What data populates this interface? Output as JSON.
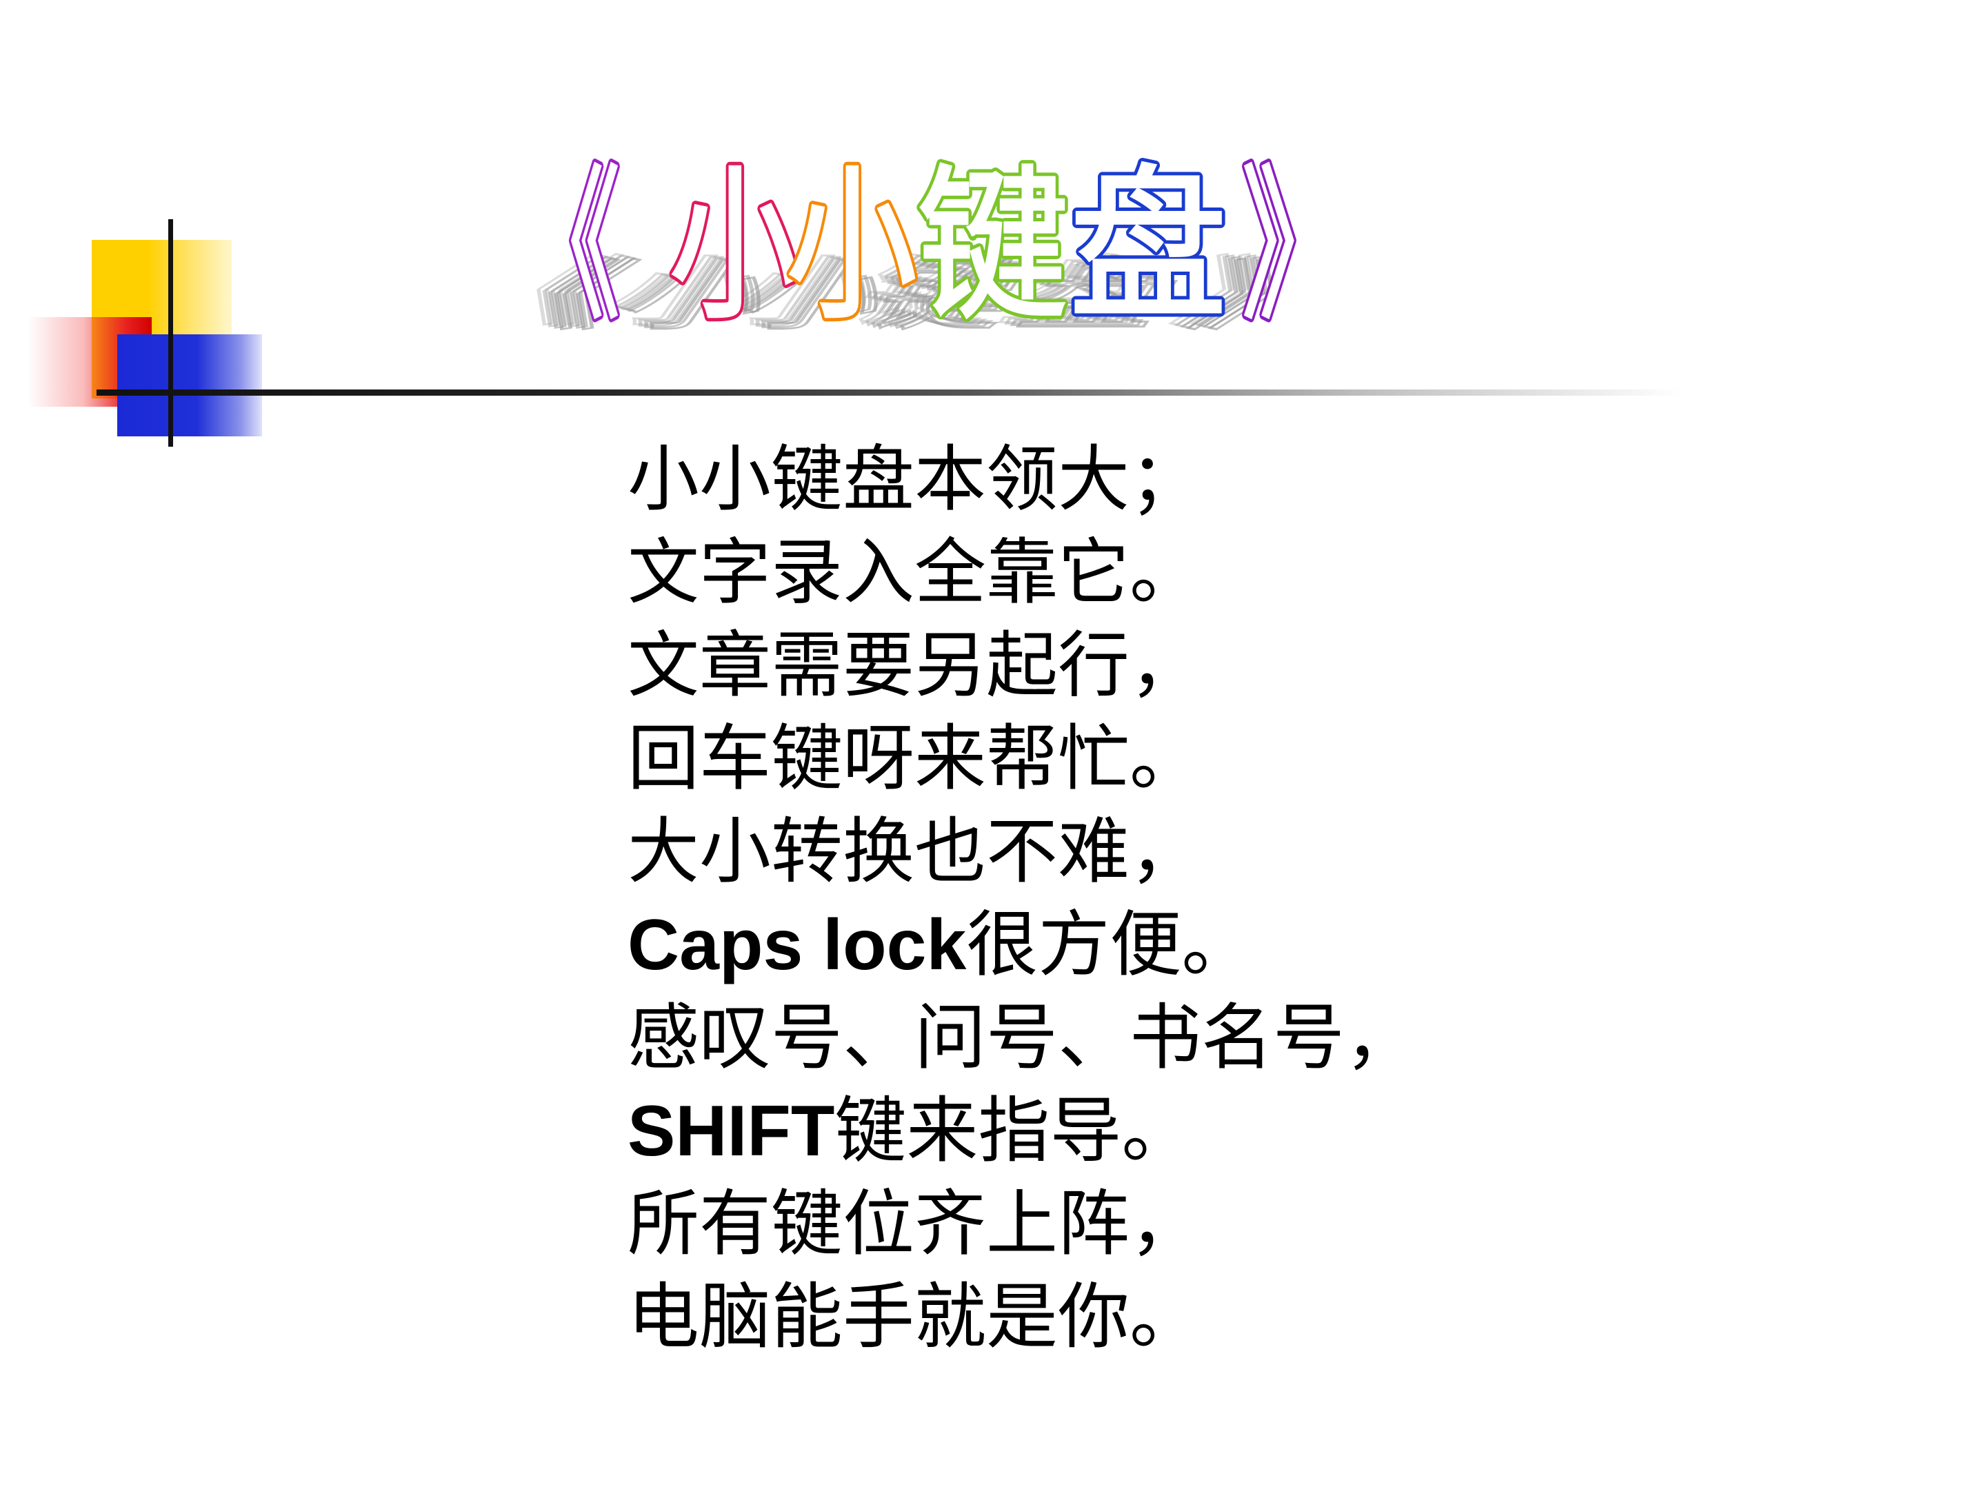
{
  "slide": {
    "title": "《小小键盘》",
    "title_chars": [
      "《",
      "小",
      "小",
      "键",
      "盘",
      "》"
    ],
    "title_colors": [
      "#9b22c8",
      "#e01a5a",
      "#f58a0a",
      "#7cc52a",
      "#1a3ccf",
      "#8a1ec0"
    ],
    "shadow_color": "#9a9a9a",
    "decoration_colors": {
      "yellow": "#ffd000",
      "red": "#e82020",
      "blue": "#1b2ad6",
      "line": "#111111"
    },
    "poem_lines": [
      {
        "latin": "",
        "text": "小小键盘本领大；"
      },
      {
        "latin": "",
        "text": "文字录入全靠它。"
      },
      {
        "latin": "",
        "text": "文章需要另起行，"
      },
      {
        "latin": "",
        "text": "回车键呀来帮忙。"
      },
      {
        "latin": "",
        "text": "大小转换也不难，"
      },
      {
        "latin": "Caps lock",
        "text": "很方便。"
      },
      {
        "latin": "",
        "text": "感叹号、问号、书名号，"
      },
      {
        "latin": "SHIFT",
        "text": "键来指导。"
      },
      {
        "latin": "",
        "text": "所有键位齐上阵，"
      },
      {
        "latin": "",
        "text": "电脑能手就是你。"
      }
    ]
  }
}
